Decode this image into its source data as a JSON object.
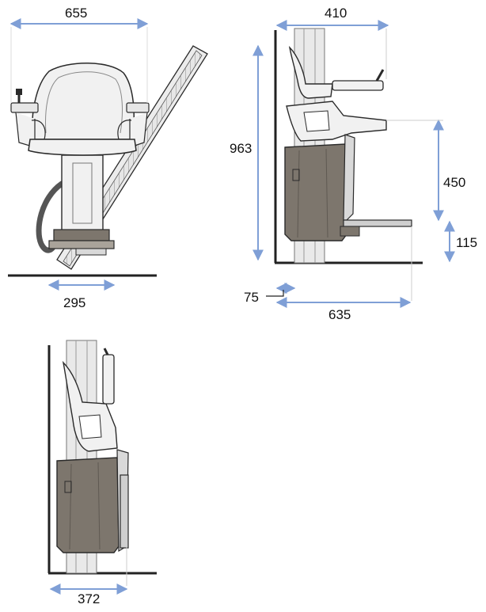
{
  "colors": {
    "dimension_line": "#7f9fd6",
    "outline": "#2a2a2a",
    "seat_fill": "#f1f1f1",
    "body_fill": "#7d766d",
    "rail_fill": "#d9d9d9",
    "floor": "#222222"
  },
  "views": {
    "front": {
      "width": "655",
      "footprint": "295"
    },
    "side": {
      "seat_depth": "410",
      "overall_height": "963",
      "seat_height": "450",
      "footrest_height": "115",
      "wall_clearance": "75",
      "depth_unfolded": "635"
    },
    "folded": {
      "depth_folded": "372"
    }
  }
}
